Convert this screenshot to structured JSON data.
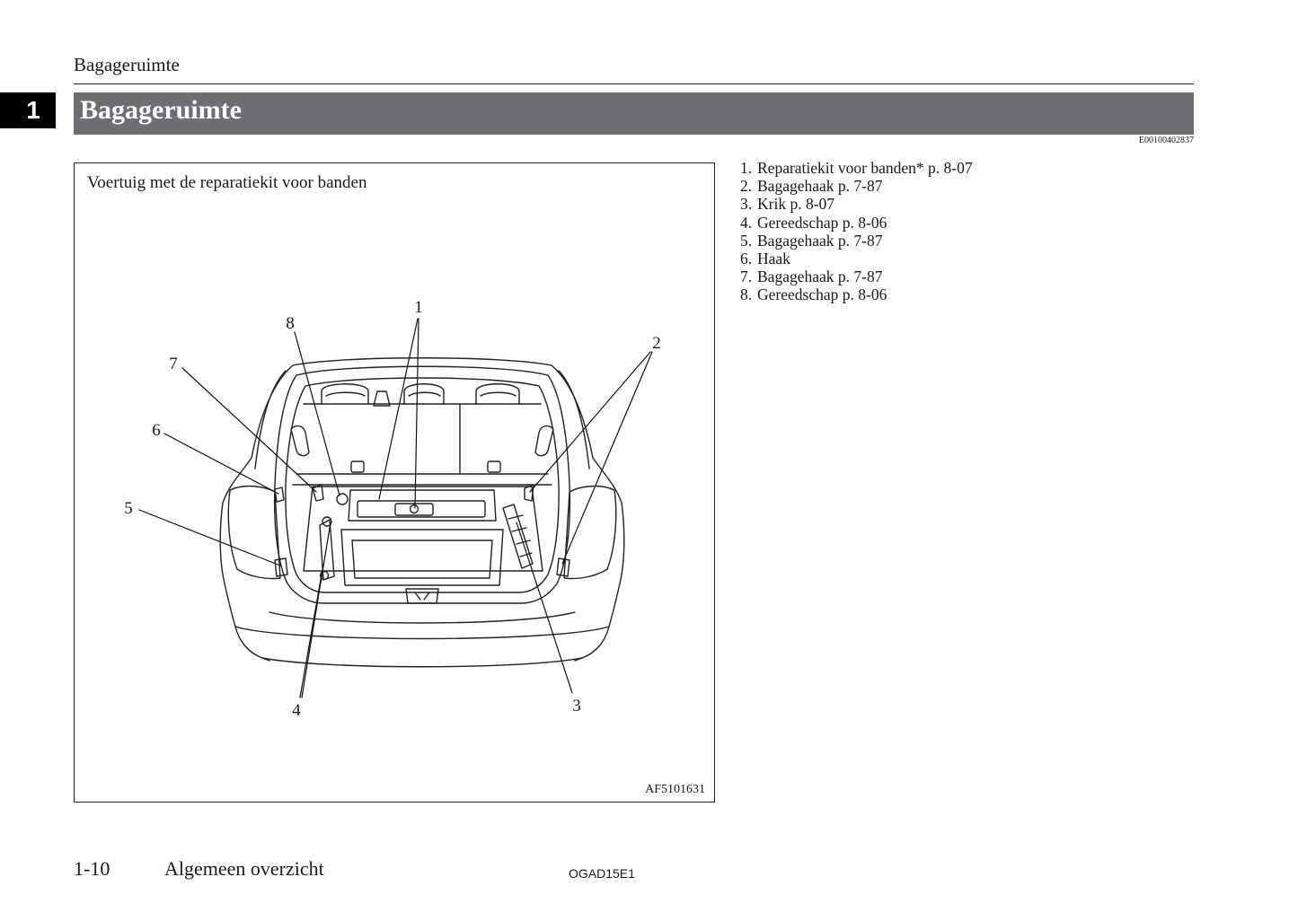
{
  "running_header": "Bagageruimte",
  "chapter_tab": "1",
  "section_title": "Bagageruimte",
  "doc_code": "E00100402837",
  "colors": {
    "title_bar": "#6d6e71",
    "chapter_tab": "#000000"
  },
  "figure": {
    "caption": "Voertuig met de reparatiekit voor banden",
    "callouts": [
      "1",
      "2",
      "3",
      "4",
      "5",
      "6",
      "7",
      "8"
    ],
    "figure_id": "AF5101631"
  },
  "legend": [
    {
      "num": "1.",
      "text": "Reparatiekit voor banden* p. 8-07"
    },
    {
      "num": "2.",
      "text": "Bagagehaak p. 7-87"
    },
    {
      "num": "3.",
      "text": "Krik p. 8-07"
    },
    {
      "num": "4.",
      "text": "Gereedschap p. 8-06"
    },
    {
      "num": "5.",
      "text": "Bagagehaak p. 7-87"
    },
    {
      "num": "6.",
      "text": "Haak"
    },
    {
      "num": "7.",
      "text": "Bagagehaak p. 7-87"
    },
    {
      "num": "8.",
      "text": "Gereedschap p. 8-06"
    }
  ],
  "footer": {
    "page": "1-10",
    "section": "Algemeen overzicht",
    "code": "OGAD15E1"
  }
}
